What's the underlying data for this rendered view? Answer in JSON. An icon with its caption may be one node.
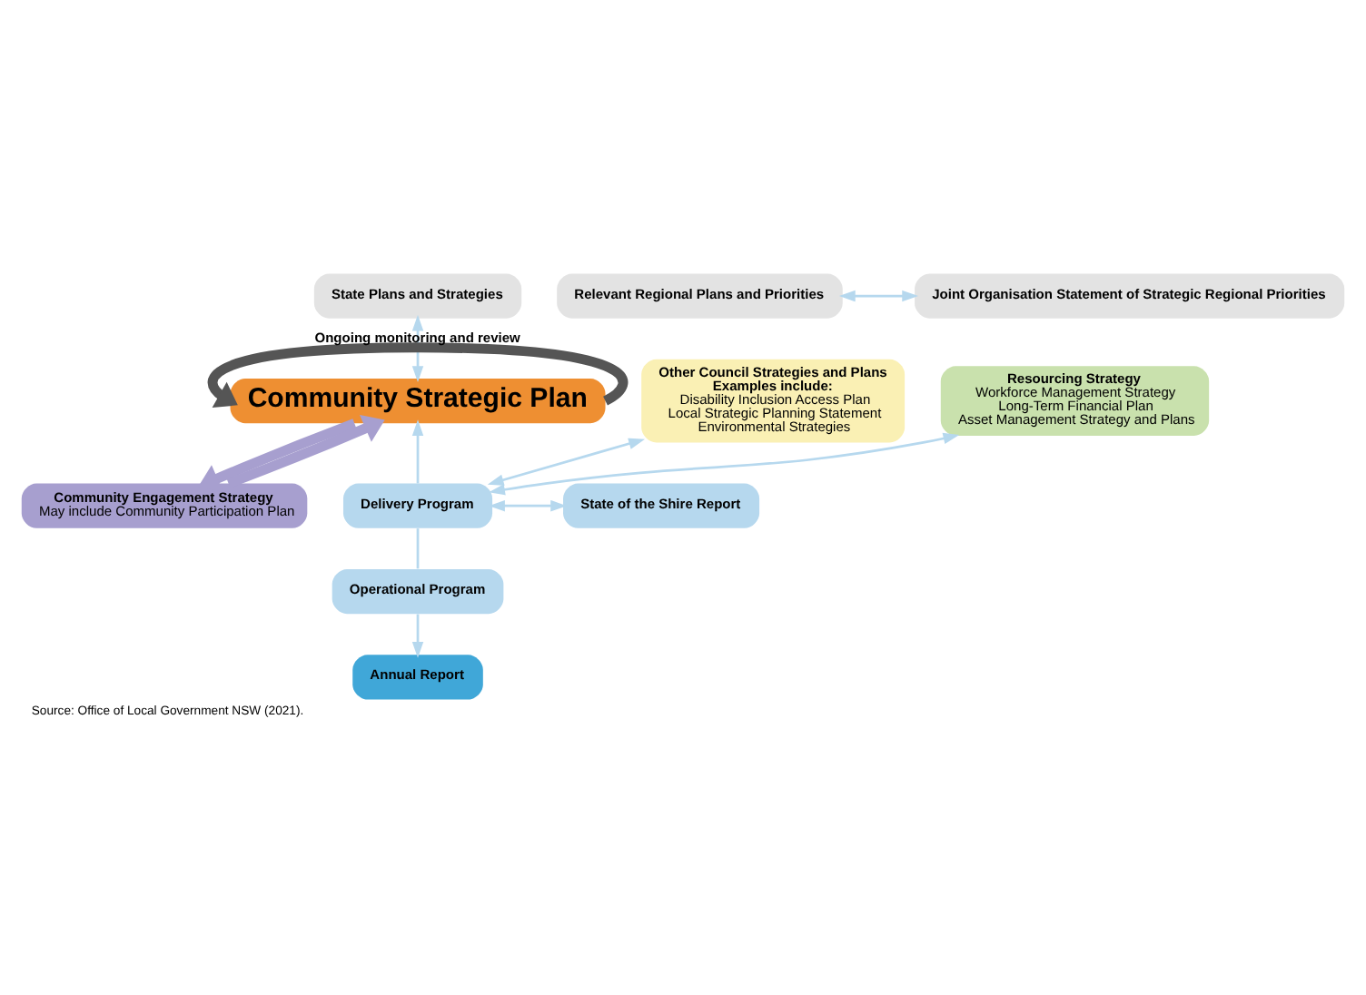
{
  "diagram": {
    "caption": "Source: Office of Local Government NSW (2021).",
    "nodes": [
      {
        "text": [
          "State Plans and Strategies"
        ]
      },
      {
        "text": [
          "Relevant Regional Plans and Priorities"
        ]
      },
      {
        "text": [
          "Joint Organisation Statement of Strategic Regional Priorities"
        ]
      },
      {
        "text": [
          "Community Strategic Plan"
        ]
      },
      {
        "text": [
          "Other Council Strategies and Plans",
          "Examples include:",
          "Disability Inclusion Access Plan",
          "Local Strategic Planning Statement",
          "Environmental Strategies"
        ]
      },
      {
        "text": [
          "Resourcing Strategy",
          "Workforce Management Strategy",
          "Long-Term Financial Plan",
          "Asset Management Strategy and Plans"
        ]
      },
      {
        "text": [
          "Delivery Program"
        ]
      },
      {
        "text": [
          "Community Engagement Strategy",
          "May include Community Participation Plan"
        ]
      },
      {
        "text": [
          "Operational Program"
        ]
      },
      {
        "text": [
          "State of the Shire Report"
        ]
      },
      {
        "text": [
          "Annual Report"
        ]
      }
    ],
    "edges": [
      {
        "from": 0,
        "to": 3,
        "arrow": "both"
      },
      {
        "from": 1,
        "to": 2,
        "arrow": "both"
      },
      {
        "from": 6,
        "to": 3,
        "arrow": "to"
      },
      {
        "from": 4,
        "to": 6,
        "arrow": "both"
      },
      {
        "from": 5,
        "to": 6,
        "arrow": "both"
      },
      {
        "from": 6,
        "to": 9,
        "arrow": "both"
      },
      {
        "from": 6,
        "to": 8,
        "arrow": "none"
      },
      {
        "from": 8,
        "to": 10,
        "arrow": "to"
      },
      {
        "from": 3,
        "to": 7,
        "arrow": "to",
        "style": "thick",
        "color": "#a79fcf"
      },
      {
        "from": 7,
        "to": 3,
        "arrow": "to",
        "style": "thick",
        "color": "#a79fcf"
      },
      {
        "from": 3,
        "to": 3,
        "arrow": "to",
        "label": "Ongoing monitoring and review",
        "style": "thick",
        "color": "#555555"
      }
    ]
  }
}
